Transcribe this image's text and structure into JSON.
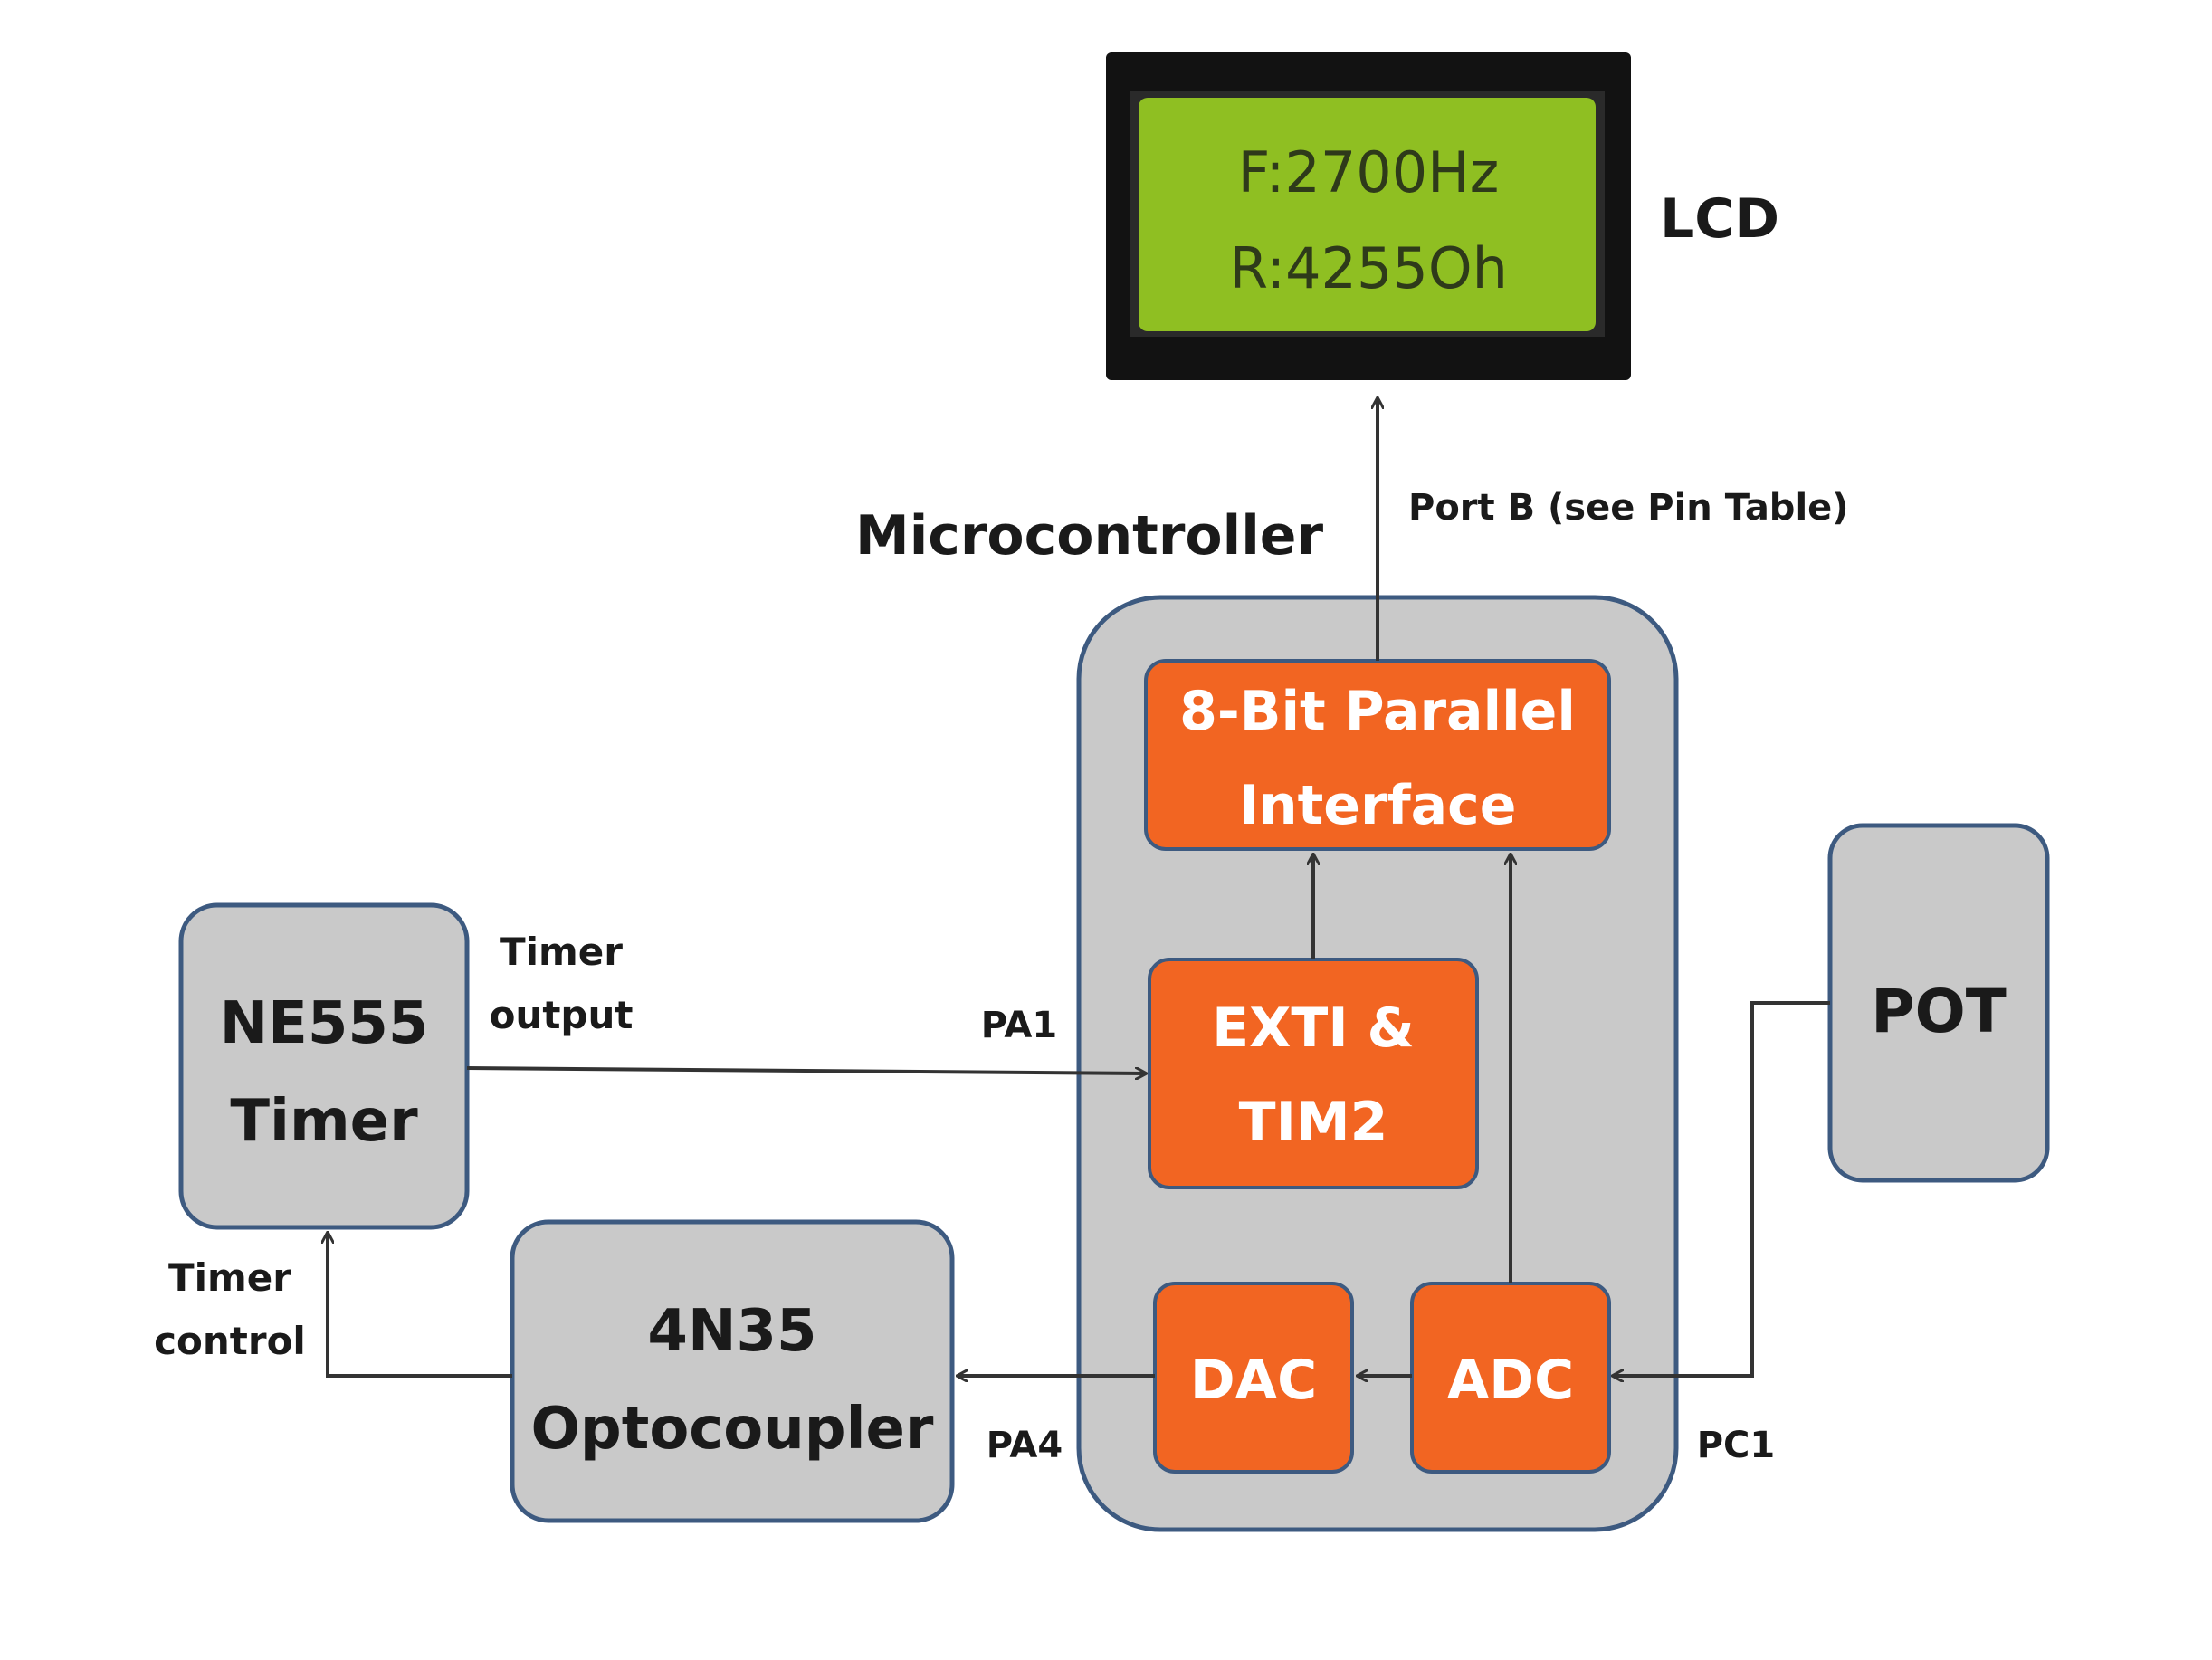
{
  "lcd": {
    "title": "LCD",
    "line1": "F:2700Hz",
    "line2": "R:4255Oh"
  },
  "microcontroller": {
    "title": "Microcontroller",
    "parallel_line1": "8-Bit Parallel",
    "parallel_line2": "Interface",
    "exti_line1": "EXTI &",
    "exti_line2": "TIM2",
    "dac": "DAC",
    "adc": "ADC"
  },
  "ne555": {
    "line1": "NE555",
    "line2": "Timer"
  },
  "optocoupler": {
    "line1": "4N35",
    "line2": "Optocoupler"
  },
  "pot": {
    "label": "POT"
  },
  "labels": {
    "port_b": "Port B (see Pin Table)",
    "timer_output_1": "Timer",
    "timer_output_2": "output",
    "pa1": "PA1",
    "timer_control_1": "Timer",
    "timer_control_2": "control",
    "pa4": "PA4",
    "pc1": "PC1"
  },
  "colors": {
    "block_gray": "#c9c9c9",
    "block_border": "#3d5a80",
    "orange": "#f26522",
    "lcd_green": "#8fbf22",
    "lcd_frame": "#121212"
  }
}
